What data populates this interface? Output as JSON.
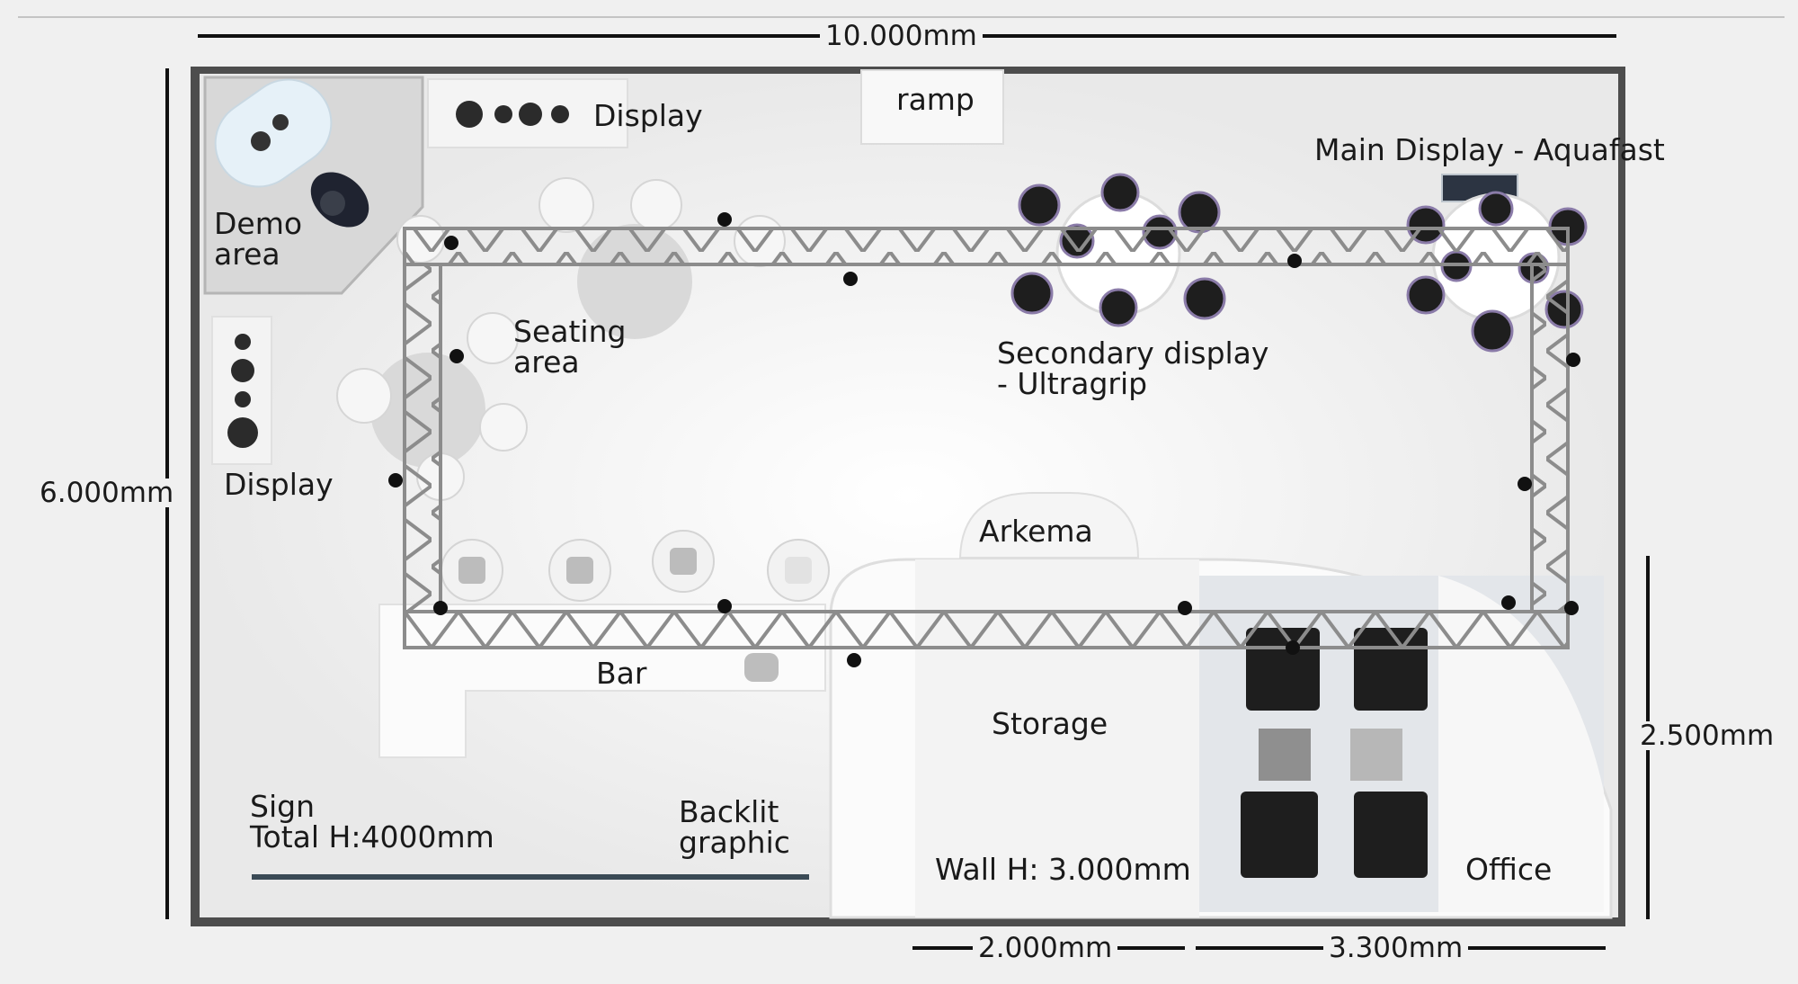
{
  "dimensions": {
    "width": "10.000mm",
    "height": "6.000mm",
    "right_section": "2.500mm",
    "storage_width": "2.000mm",
    "office_width": "3.300mm"
  },
  "labels": {
    "ramp": "ramp",
    "display_top": "Display",
    "demo_area": "Demo\narea",
    "main_display": "Main Display - Aquafast",
    "seating_area": "Seating\narea",
    "secondary_display": "Secondary display\n- Ultragrip",
    "display_left": "Display",
    "arkema": "Arkema",
    "bar": "Bar",
    "storage": "Storage",
    "sign": "Sign\nTotal H:4000mm",
    "backlit_graphic": "Backlit\ngraphic",
    "wall_height": "Wall H: 3.000mm",
    "office": "Office"
  },
  "colors": {
    "floor": "#f7f7f7",
    "booth_border": "#555555",
    "truss": "#8c8c8c",
    "dark_furniture": "#1e1e1e",
    "label_text": "#1a1a1a"
  }
}
